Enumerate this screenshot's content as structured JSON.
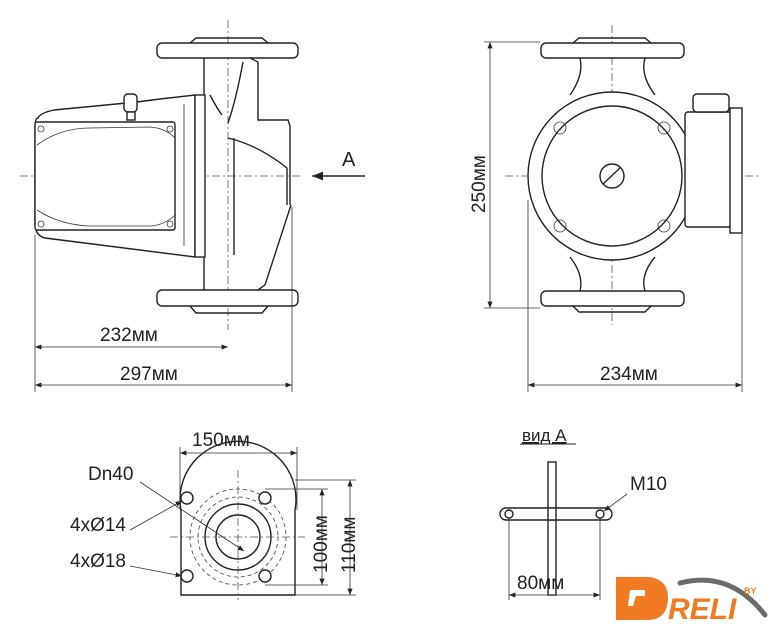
{
  "side_view": {
    "arrow_label": "A",
    "dim_232": "232мм",
    "dim_297": "297мм"
  },
  "front_view": {
    "dim_250": "250мм",
    "dim_234": "234мм"
  },
  "flange_view": {
    "dim_150": "150мм",
    "dim_100": "100мм",
    "dim_110": "110мм",
    "label_dn": "Dn40",
    "label_holes_14": "4xØ14",
    "label_holes_18": "4xØ18"
  },
  "view_a": {
    "title": "вид А",
    "label_thread": "M10",
    "dim_80": "80мм"
  },
  "logo": {
    "text": "DRELI",
    "by": "BY",
    "colors": {
      "orange": "#f07b22",
      "gray": "#6b6b6b"
    }
  }
}
